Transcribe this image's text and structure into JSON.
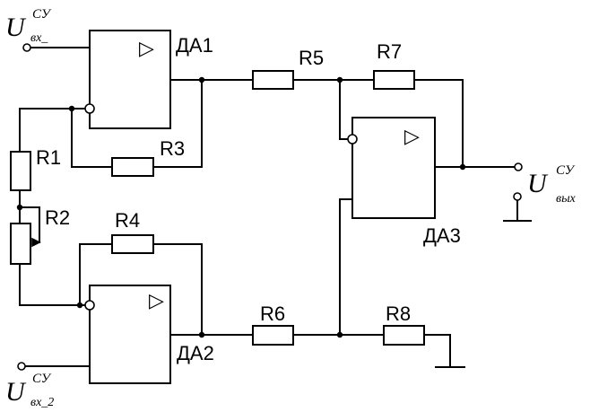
{
  "amplifiers": {
    "da1": {
      "label": "ДА1",
      "symbol": "▷"
    },
    "da2": {
      "label": "ДА2",
      "symbol": "▷"
    },
    "da3": {
      "label": "ДА3",
      "symbol": "▷"
    }
  },
  "resistors": {
    "r1": "R1",
    "r2": "R2",
    "r3": "R3",
    "r4": "R4",
    "r5": "R5",
    "r6": "R6",
    "r7": "R7",
    "r8": "R8"
  },
  "signals": {
    "input1": {
      "symbol": "U",
      "superscript": "СУ",
      "subscript": "вх_"
    },
    "input2": {
      "symbol": "U",
      "superscript": "СУ",
      "subscript": "вх_2"
    },
    "output": {
      "symbol": "U",
      "superscript": "СУ",
      "subscript": "вых"
    }
  }
}
